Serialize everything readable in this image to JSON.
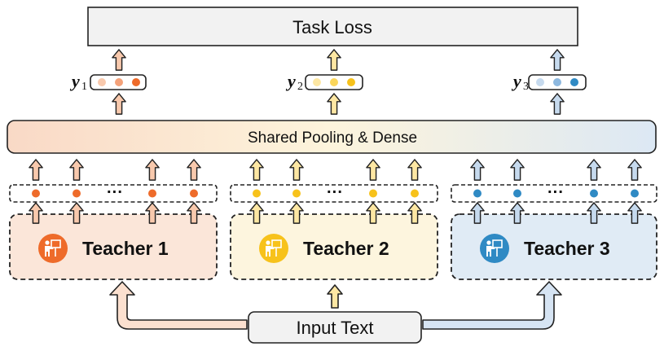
{
  "task_loss_label": "Task Loss",
  "shared_layer_label": "Shared Pooling & Dense",
  "input_label": "Input Text",
  "outputs": [
    {
      "symbol": "y",
      "subscript": "1"
    },
    {
      "symbol": "y",
      "subscript": "2"
    },
    {
      "symbol": "y",
      "subscript": "3"
    }
  ],
  "teachers": [
    {
      "label": "Teacher 1"
    },
    {
      "label": "Teacher 2"
    },
    {
      "label": "Teacher 3"
    }
  ],
  "ellipsis": "···",
  "icon": "teacher-presentation-icon",
  "colors": {
    "teacher1_accent": "#ee6b2a",
    "teacher1_fill": "#fbe6d9",
    "teacher1_arrow": "#f8c9ad",
    "teacher2_accent": "#f7c21b",
    "teacher2_fill": "#fdf5de",
    "teacher2_arrow": "#fde7a3",
    "teacher3_accent": "#2f8ac4",
    "teacher3_fill": "#e0ebf5",
    "teacher3_arrow": "#c6daee",
    "box_gray": "#f2f2f2"
  }
}
